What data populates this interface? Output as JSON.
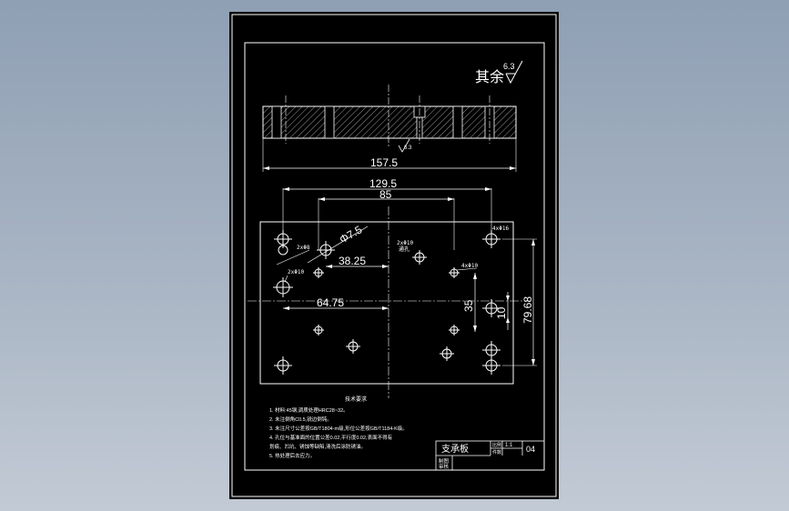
{
  "drawing": {
    "surface_note": "其余",
    "roughness_value": "6.3",
    "roughness_small": "6.3",
    "dims": {
      "total_width": "157.5",
      "hole_span_outer": "129.5",
      "hole_span_inner": "85",
      "phi": "Φ7.5",
      "left_offset": "38.25",
      "left_center": "64.75",
      "v_35": "35",
      "v_10": "10",
      "height_7968": "79.68"
    },
    "callouts": {
      "c1": "2xΦ8",
      "c2": "2xΦ10",
      "c3": "2xΦ10",
      "c3b": "通孔",
      "c4": "4xΦ16",
      "c5": "4xΦ10"
    },
    "notes_title": "技术要求",
    "notes": [
      "1.  材料:45钢,调质处理HRC28~32。",
      "2.  未注倒角C0.5,锐边倒钝。",
      "3.  未注尺寸公差按GB/T1804-m级,形位公差按GB/T1184-K级。",
      "4.  孔位与基准面的位置公差0.02,平行度0.02,表面不得有",
      "    划痕、凹坑、锈蚀等缺陷,清洗后涂防锈油。",
      "5.  热处理后去应力。"
    ],
    "title_block": {
      "name": "支承板",
      "scale_label": "比例",
      "scale": "1:1",
      "qty_label": "件数",
      "sheet_no": "04",
      "drawn_label": "制图",
      "check_label": "审核"
    }
  }
}
